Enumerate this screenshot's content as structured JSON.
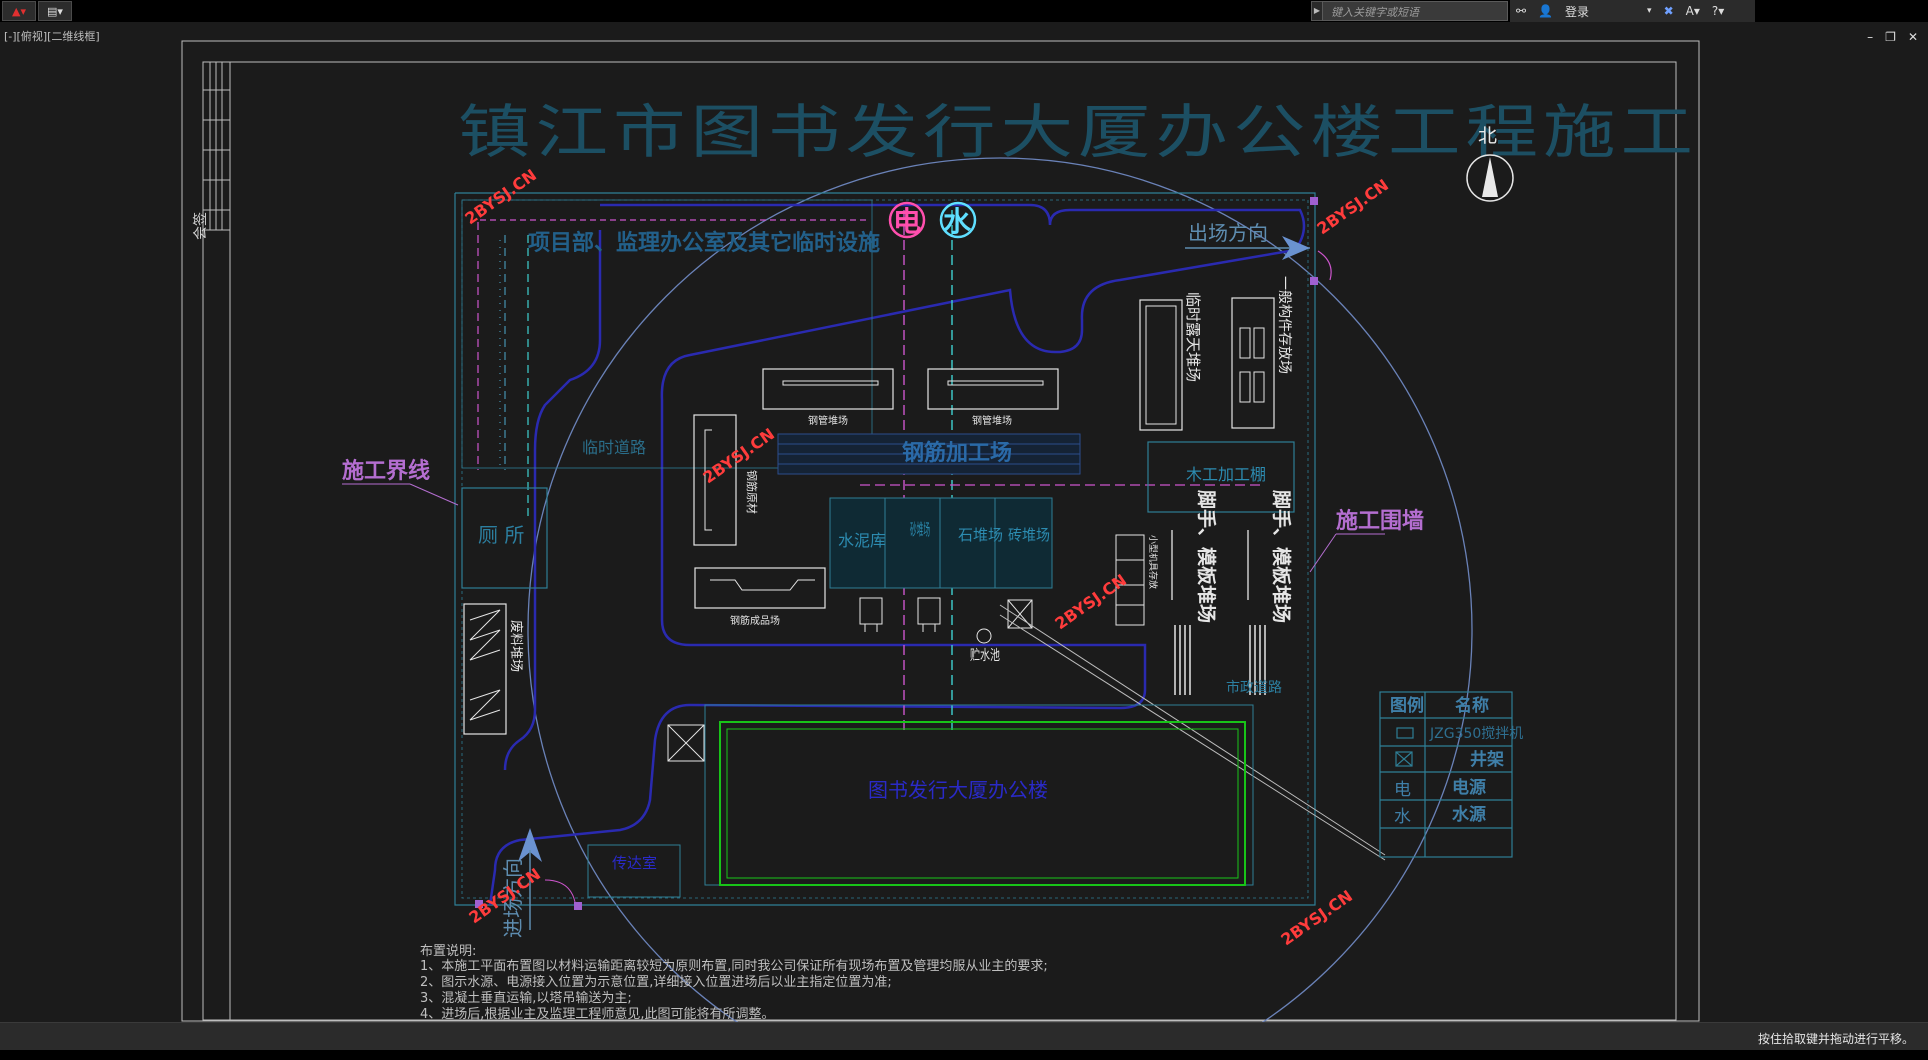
{
  "toolbar": {
    "search_placeholder": "键入关键字或短语",
    "login_label": "登录"
  },
  "viewport": {
    "view_label": "[-][俯视][二维线框]",
    "status_text": "按住拾取键并拖动进行平移。"
  },
  "drawing": {
    "title": "镇江市图书发行大厦办公楼工程施工",
    "north_label": "北",
    "exit_label": "出场方向",
    "entry_label": "进场方向",
    "office_zone": "项目部、监理办公室及其它临时设施",
    "temp_road": "临时道路",
    "boundary_label": "施工界线",
    "fence_label": "施工围墙",
    "toilet": "厕 所",
    "waste_yard": "废料堆场",
    "pipe_yard_1": "钢管堆场",
    "pipe_yard_2": "钢管堆场",
    "rebar_yard": "钢筋加工场",
    "rebar_material": "钢筋原材",
    "rebar_product": "钢筋成品场",
    "cement_store": "水泥库",
    "sand_yard": "砂堆场",
    "stone_yard": "石堆场",
    "brick_yard": "砖堆场",
    "reservoir": "贮水池",
    "temp_yard": "临时露天堆场",
    "component_yard": "一般构件存放场",
    "wood_shed": "木工加工棚",
    "formwork_1": "脚手、模板堆场",
    "formwork_2": "脚手、模板堆场",
    "small_tools": "小型机具存放",
    "misc": "市政道路",
    "building": "图书发行大厦办公楼",
    "guard": "传达室",
    "electric_mark": "电",
    "water_mark": "水",
    "frame_side_label": "会签",
    "watermark": "2BYSJ.CN",
    "legend": {
      "header_a": "图例",
      "header_b": "名称",
      "rows": [
        "JZG350搅拌机",
        "井架",
        "电源",
        "水源"
      ]
    },
    "notes": {
      "title": "布置说明:",
      "lines": [
        "1、本施工平面布置图以材料运输距离较短为原则布置,同时我公司保证所有现场布置及管理均服从业主的要求;",
        "2、图示水源、电源接入位置为示意位置,详细接入位置进场后以业主指定位置为准;",
        "3、混凝土垂直运输,以塔吊输送为主;",
        "4、进场后,根据业主及监理工程师意见,此图可能将有所调整。"
      ]
    }
  }
}
